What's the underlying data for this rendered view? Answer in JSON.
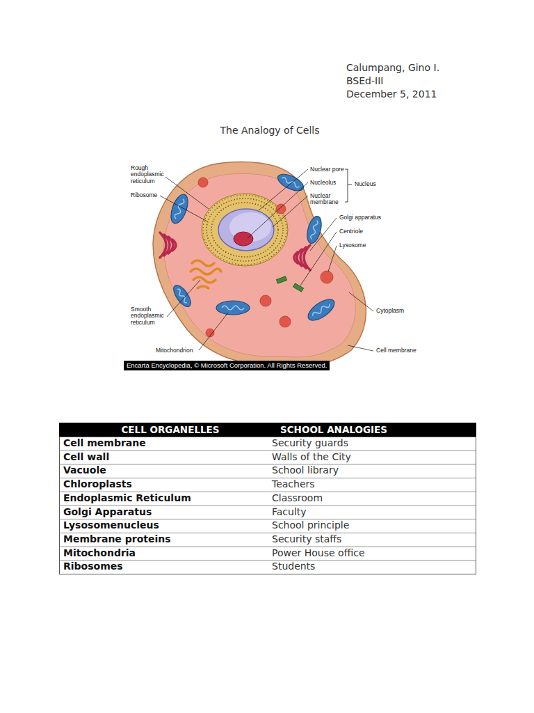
{
  "diagram": {
    "title": "The Analogy of Cells",
    "labels": [
      "Calumpang, Gino I.",
      "BSEd-III",
      "December 5, 2011",
      "Rough endoplasmic reticulum",
      "Ribosome",
      "Smooth endoplasmic reticulum",
      "Mitochondrion",
      "Nuclear pore",
      "Nucleolus",
      "Nuclear membrane",
      "Nucleus",
      "Golgi apparatus",
      "Centriole",
      "Lysosome",
      "Cytoplasm",
      "Cell membrane",
      "Encarta Encyclopedia, © Microsoft Corporation. All Rights Reserved.",
      "CELL ORGANELLES",
      "SCHOOL ANALOGIES",
      "Cell membrane",
      "Security guards",
      "Cell wall",
      "Walls of the City",
      "Vacuole",
      "School library",
      "Chloroplasts",
      "Teachers",
      "Endoplasmic Reticulum",
      "Classroom",
      "Golgi Apparatus",
      "Faculty",
      "Lysosomenucleus",
      "School principle",
      "Membrane proteins",
      "Security staffs",
      "Mitochondria",
      "Power House office",
      "Ribosomes",
      "Students"
    ]
  }
}
